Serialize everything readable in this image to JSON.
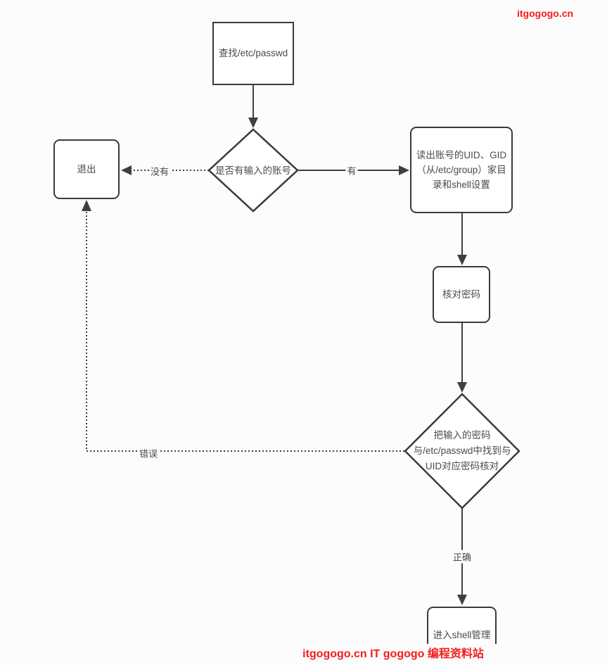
{
  "page": {
    "background": "#fcfcfc",
    "line_color": "#3f3f3f",
    "text_color": "#4a4a4a",
    "accent_red": "#fb1b1b"
  },
  "watermarks": {
    "top_right": "itgogogo.cn",
    "bottom": "itgogogo.cn IT gogogo 编程资料站"
  },
  "nodes": {
    "find_passwd": {
      "label": "查找/etc/passwd"
    },
    "has_account": {
      "label": "是否有输入的账号"
    },
    "exit": {
      "label": "退出"
    },
    "read_uid": {
      "lines": [
        "读出账号的UID、GID",
        "（从/etc/group）家目",
        "录和shell设置"
      ]
    },
    "check_password": {
      "label": "核对密码"
    },
    "compare_password": {
      "lines": [
        "把输入的密码",
        "与/etc/passwd中找到与",
        "UID对应密码核对"
      ]
    },
    "enter_shell": {
      "label": "进入shell管理"
    }
  },
  "edges": {
    "yes": "有",
    "no": "没有",
    "error": "错误",
    "correct": "正确"
  }
}
